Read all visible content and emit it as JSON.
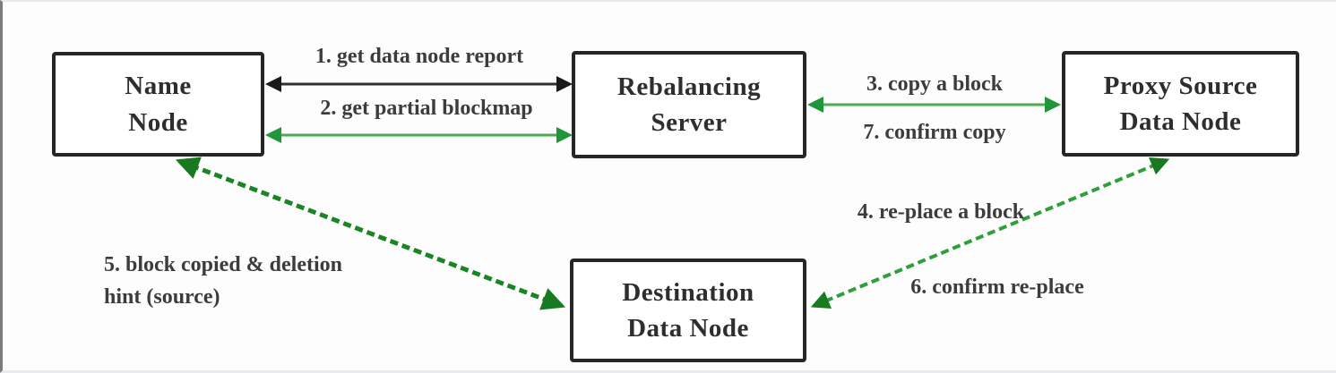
{
  "nodes": {
    "name_node": {
      "line1": "Name",
      "line2": "Node"
    },
    "rebalancing_server": {
      "line1": "Rebalancing",
      "line2": "Server"
    },
    "proxy_source": {
      "line1": "Proxy Source",
      "line2": "Data Node"
    },
    "destination": {
      "line1": "Destination",
      "line2": "Data Node"
    }
  },
  "edges": {
    "e1": {
      "label": "1. get data node report",
      "color": "#2e2e2e",
      "head": "#1a1a1a"
    },
    "e2": {
      "label": "2. get partial blockmap",
      "color": "#46ad52",
      "head": "#1e9639"
    },
    "e37": {
      "label_top": "3. copy a block",
      "label_bottom": "7. confirm copy",
      "color": "#46ad52",
      "head": "#1e9639"
    },
    "e46": {
      "label_top": "4. re-place a block",
      "label_bottom": "6. confirm re-place",
      "color": "#2f9e3c",
      "head": "#1d8c2c"
    },
    "e5": {
      "label_line1": "5. block copied & deletion",
      "label_line2": "hint (source)",
      "color": "#1b8424",
      "head": "#187a20"
    }
  }
}
